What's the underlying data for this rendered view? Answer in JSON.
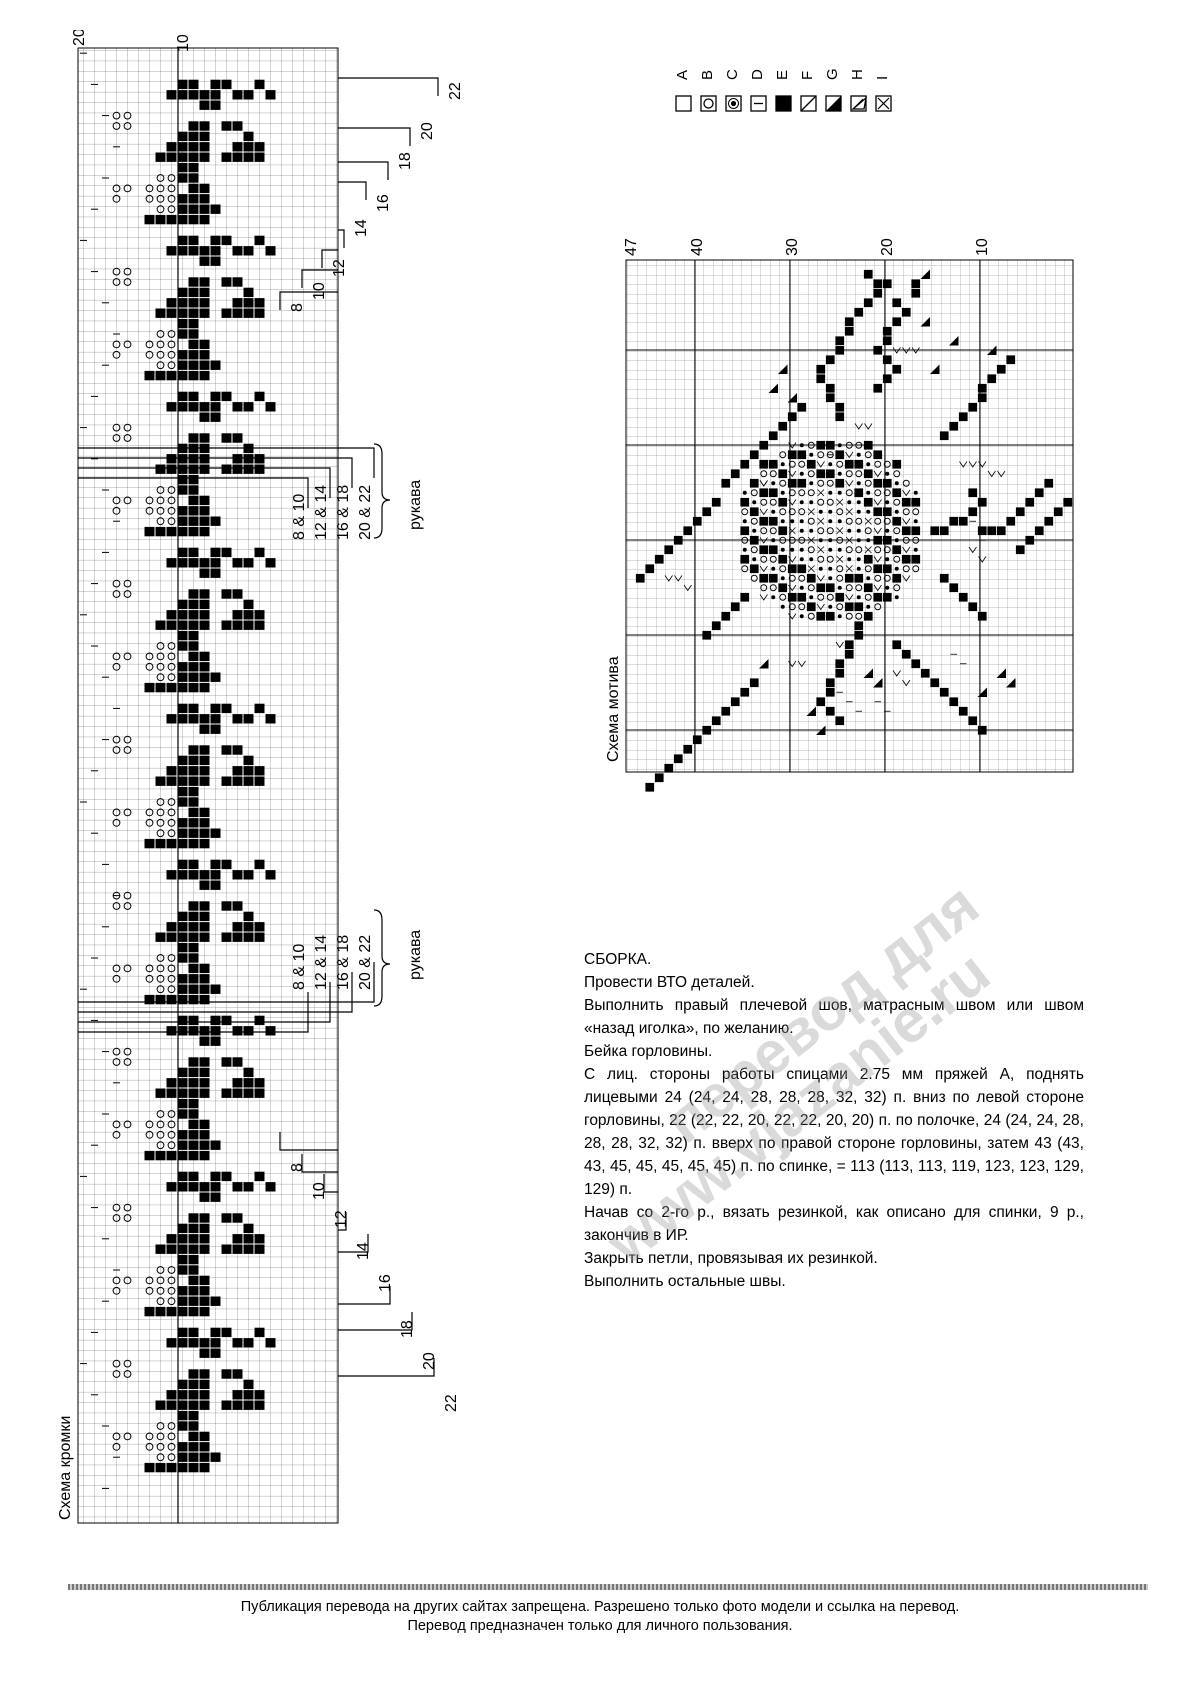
{
  "edge_chart": {
    "title": "Схема кромки",
    "top_row_labels": [
      "20",
      "10"
    ],
    "size_labels_top": [
      "22",
      "20",
      "18",
      "16",
      "14",
      "12",
      "10",
      "8"
    ],
    "size_labels_bottom": [
      "8",
      "10",
      "12",
      "14",
      "16",
      "18",
      "20",
      "22"
    ],
    "sleeve_group_1": [
      "8 & 10",
      "12 & 14",
      "16 & 18",
      "20 & 22"
    ],
    "sleeve_group_2": [
      "8 & 10",
      "12 & 14",
      "16 & 18",
      "20 & 22"
    ],
    "sleeve_label": "рукава"
  },
  "legend": {
    "letters": [
      "A",
      "B",
      "C",
      "D",
      "E",
      "F",
      "G",
      "H",
      "I"
    ],
    "symbols": [
      "empty",
      "ring",
      "dot-in-circle",
      "dash",
      "filled",
      "diagonal-half",
      "triangle-fill",
      "triangle-outline",
      "cross"
    ]
  },
  "motif_chart": {
    "title": "Схема мотива",
    "column_labels": [
      "47",
      "40",
      "30",
      "20",
      "10"
    ]
  },
  "assembly": {
    "heading": "СБОРКА.",
    "lines": [
      "Провести ВТО деталей.",
      "Выполнить правый плечевой шов, матрасным швом или швом «назад иголка», по желанию.",
      "Бейка горловины.",
      "С лиц. стороны работы спицами 2.75 мм пряжей А, поднять лицевыми 24 (24, 24, 28, 28, 28, 32, 32) п. вниз по левой стороне горловины, 22 (22, 22, 20, 22, 22, 20, 20) п. по полочке, 24 (24, 24, 28, 28, 28, 32, 32) п. вверх по правой стороне горловины, затем 43 (43, 43, 45, 45, 45, 45, 45) п. по спинке, = 113 (113, 113, 119, 123, 123, 129, 129) п.",
      "Начав со 2-го р., вязать резинкой, как описано для спинки, 9 р., закончив в ИР.",
      "Закрыть петли, провязывая их резинкой.",
      "Выполнить остальные швы."
    ]
  },
  "watermark": {
    "line1": "перевод для",
    "line2": "www.vjazanie.ru"
  },
  "footer": {
    "line1": "Публикация перевода на других сайтах запрещена. Разрешено только фото модели и ссылка на перевод.",
    "line2": "Перевод предназначен только для личного пользования."
  }
}
